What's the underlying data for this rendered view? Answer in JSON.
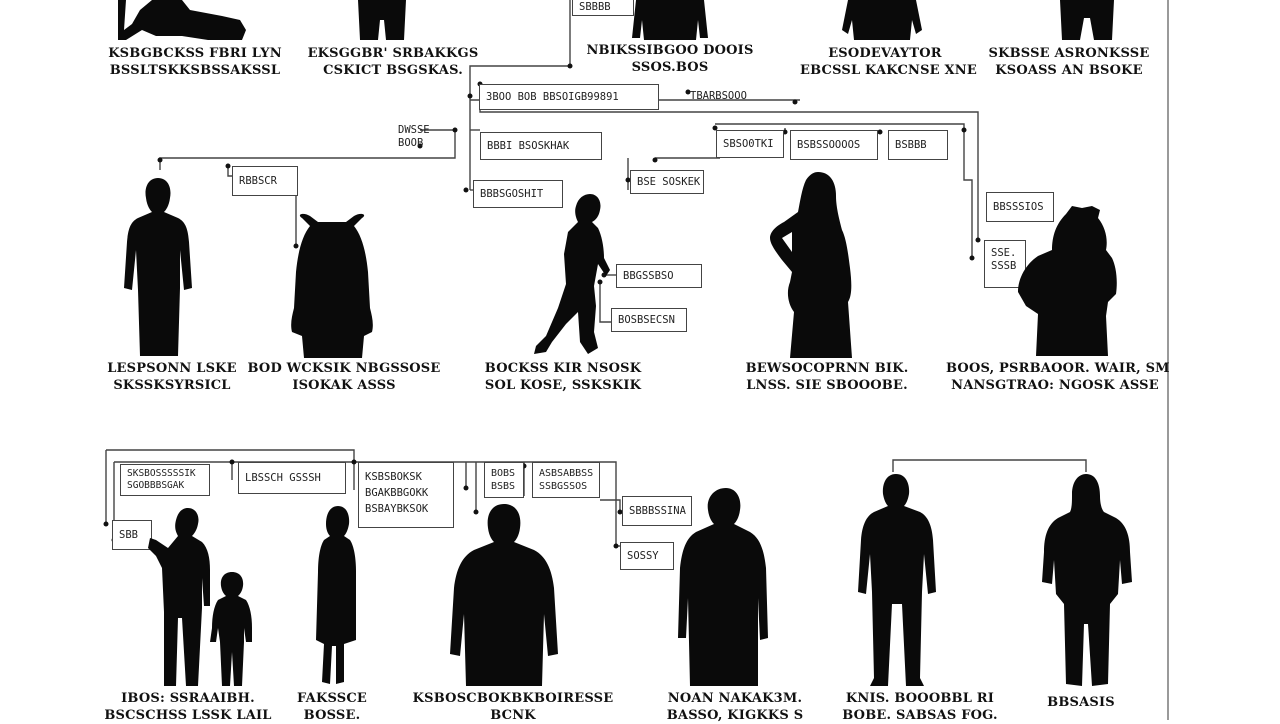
{
  "captions": {
    "r0": [
      [
        "KSBGBCKSS FBRI LYN",
        "BSSLTSKKSBSSAKSSL"
      ],
      [
        "EKSGGBR' SRBAKKGS",
        "CSKICT BSGSKAS."
      ],
      [
        "NBIKSSIBGOO DOOIS",
        "SSOS.BOS"
      ],
      [
        "ESODEVAYTOR",
        "EBCSSL KAKCNSE XNE"
      ],
      [
        "SKBSSE ASRONKSSE",
        "KSOASS AN BSOKE"
      ]
    ],
    "r1": [
      [
        "LESPSONN LSKE",
        "SKSSKSYRSICL"
      ],
      [
        "BOD WCKSIK NBGSSOSE",
        "ISOKAK ASSS"
      ],
      [
        "BOCKSS KIR NSOSK",
        "SOL KOSE, SSKSKIK"
      ],
      [
        "BEWSOCOPRNN BIK.",
        "LNSS. SIE SBOOOBE."
      ],
      [
        "BOOS, PSRBAOOR. WAIR, SM",
        "NANSGTRAO: NGOSK ASSE"
      ]
    ],
    "r2": [
      [
        "IBOS: SSRAAIBH.",
        "BSCSCHSS LSSK LAIL"
      ],
      [
        "FAKSSCE",
        "BOSSE."
      ],
      [
        "KSBOSCBOKBKBOIRESSE",
        "BCNK"
      ],
      [
        "NOAN NAKAK3M.",
        "BASSO, KIGKKS S"
      ],
      [
        "KNIS. BOOOBBL RI",
        "BOBE. SABSAS FOG."
      ],
      [
        "BBSASIS"
      ]
    ]
  },
  "labels": {
    "topSmall": "SBBBB",
    "topLong": "3BOO BOB BBSOIGB99891",
    "topRight": "TBARBSOOO",
    "sideGrp": [
      "DWSSE",
      "BOOB"
    ],
    "midA": "BBBI BSOSKHAK",
    "midB": "BBBSGOSHIT",
    "midC": "RBBSCR",
    "midD": "SBSO0TKI",
    "midE": "BSBSSOOOOS",
    "midF": "BSBBB",
    "midG": "BSE SOSKEK",
    "midH": "BBSSSIOS",
    "midI": [
      "SSE.",
      "SSSB"
    ],
    "standA": "BBGSSBSO",
    "standB": "BOSBSECSN",
    "lowA": [
      "SKSBOSSSSSIK",
      "SGOBBBSGAK"
    ],
    "lowB": "LBSSCH GSSSH",
    "lowC": [
      "KSBSBOKSK",
      "BGAKBBGOKK",
      "BSBAYBKSOK"
    ],
    "lowD": [
      "BOBS",
      "BSBS"
    ],
    "lowE": [
      "ASBSABBSS",
      "SSBGSSOS"
    ],
    "lowF": "SBBBSSINA",
    "lowG": "SOSSY",
    "lowH": "SBB"
  }
}
